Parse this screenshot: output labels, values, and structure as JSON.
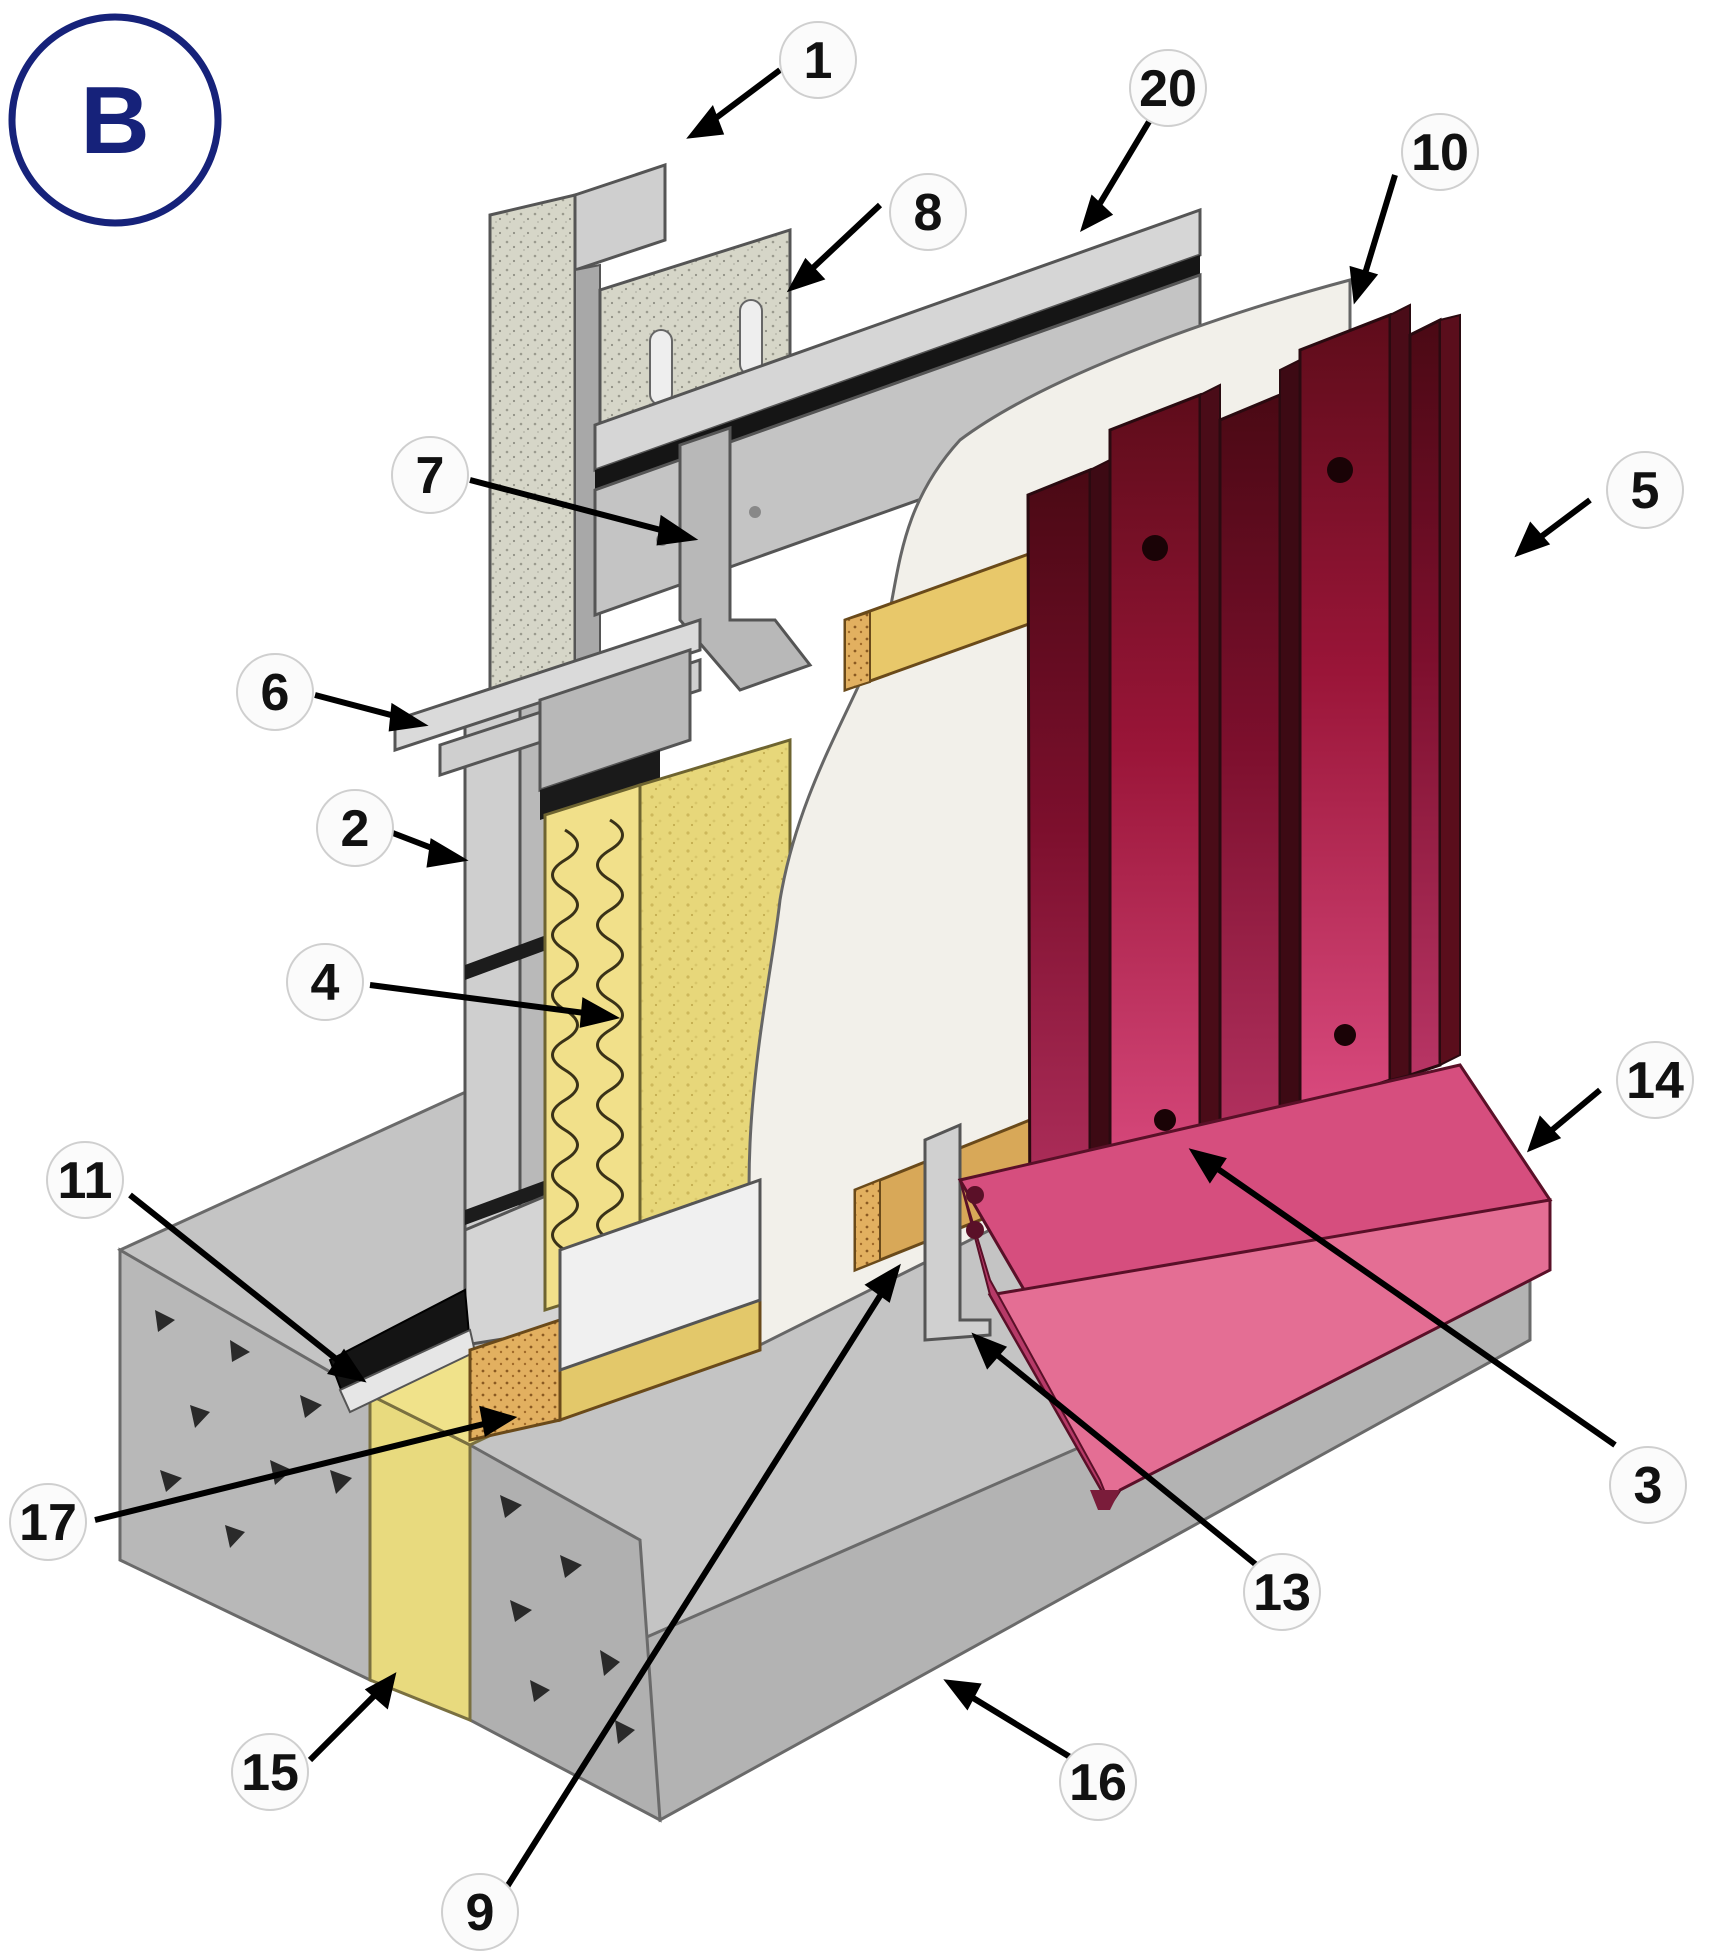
{
  "badge": {
    "letter": "B",
    "color": "#16227a"
  },
  "colors": {
    "panel_red_top": "#6e0f1f",
    "panel_red_bottom": "#d4326e",
    "panel_pink": "#e06a8c",
    "insulation_yellow": "#e8d86a",
    "wood_tan": "#d8b060",
    "metal_grey": "#c9c9c9",
    "concrete_grey": "#b8b8b8"
  },
  "callouts": [
    {
      "id": "1",
      "label": "1"
    },
    {
      "id": "20",
      "label": "20"
    },
    {
      "id": "8",
      "label": "8"
    },
    {
      "id": "10",
      "label": "10"
    },
    {
      "id": "7",
      "label": "7"
    },
    {
      "id": "5",
      "label": "5"
    },
    {
      "id": "6",
      "label": "6"
    },
    {
      "id": "2",
      "label": "2"
    },
    {
      "id": "4",
      "label": "4"
    },
    {
      "id": "14",
      "label": "14"
    },
    {
      "id": "11",
      "label": "11"
    },
    {
      "id": "3",
      "label": "3"
    },
    {
      "id": "17",
      "label": "17"
    },
    {
      "id": "13",
      "label": "13"
    },
    {
      "id": "15",
      "label": "15"
    },
    {
      "id": "16",
      "label": "16"
    },
    {
      "id": "9",
      "label": "9"
    }
  ]
}
